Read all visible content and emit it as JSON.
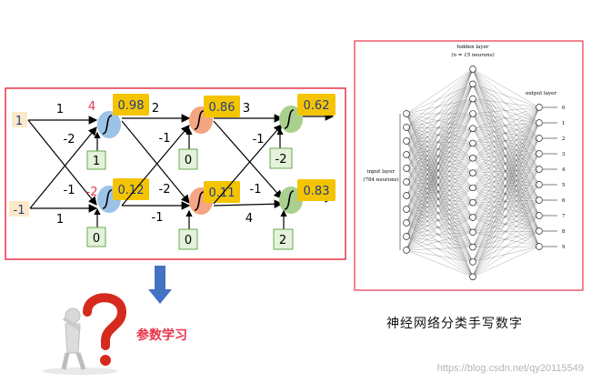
{
  "left_network": {
    "inputs": [
      "1",
      "-1"
    ],
    "weights_layer1": [
      "1",
      "-2",
      "-1",
      "1"
    ],
    "weights_layer2": [
      "2",
      "-1",
      "-2",
      "-1"
    ],
    "weights_layer3": [
      "3",
      "-1",
      "-1",
      "4"
    ],
    "pre_activations": [
      "4",
      "-2"
    ],
    "biases_layer1": [
      "1",
      "0"
    ],
    "biases_layer2": [
      "0",
      "0"
    ],
    "biases_layer3": [
      "-2",
      "2"
    ],
    "outputs_layer1": [
      "0.98",
      "0.12"
    ],
    "outputs_layer2": [
      "0.86",
      "0.11"
    ],
    "outputs_layer3": [
      "0.62",
      "0.83"
    ]
  },
  "param_learning_label": "参数学习",
  "mnist_network": {
    "hidden_title": "hidden layer",
    "hidden_subtitle": "(n = 15 neurons)",
    "input_title": "input layer",
    "input_subtitle": "(784 neurons)",
    "output_title": "output layer",
    "output_labels": [
      "0",
      "1",
      "2",
      "3",
      "4",
      "5",
      "6",
      "7",
      "8",
      "9"
    ]
  },
  "mnist_caption": "神经网络分类手写数字",
  "watermark": "https://blog.csdn.net/qy20115549",
  "colors": {
    "frame_red": "#e8344a",
    "label_yellow": "#f5c400",
    "node_blue": "#9cc3e6",
    "node_orange": "#f4a582",
    "node_green": "#a9d08e",
    "bias_green": "#e3f2d9",
    "arrow_blue": "#4472c4"
  }
}
